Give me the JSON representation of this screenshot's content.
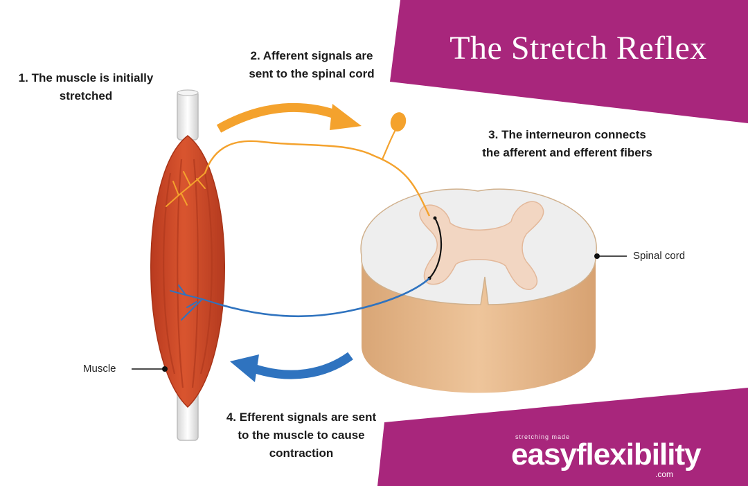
{
  "title": "The Stretch Reflex",
  "steps": {
    "one": "1.  The muscle is initially\nstretched",
    "two": "2.  Afferent signals are\nsent to the spinal cord",
    "three": "3.  The interneuron connects\nthe afferent and efferent fibers",
    "four": "4.  Efferent signals are sent\nto the muscle to cause\ncontraction"
  },
  "labels": {
    "spinal_cord": "Spinal cord",
    "muscle": "Muscle"
  },
  "logo": {
    "tagline": "stretching made",
    "name": "easyflexibility",
    "domain": ".com"
  },
  "colors": {
    "banner": "#a8267c",
    "muscle": "#cf4a2a",
    "afferent": "#f4a22d",
    "efferent": "#2f73bf",
    "cord_outer": "#e6bd90",
    "cord_white_matter": "#eeeeee",
    "grey_matter": "#f2d6c2"
  }
}
